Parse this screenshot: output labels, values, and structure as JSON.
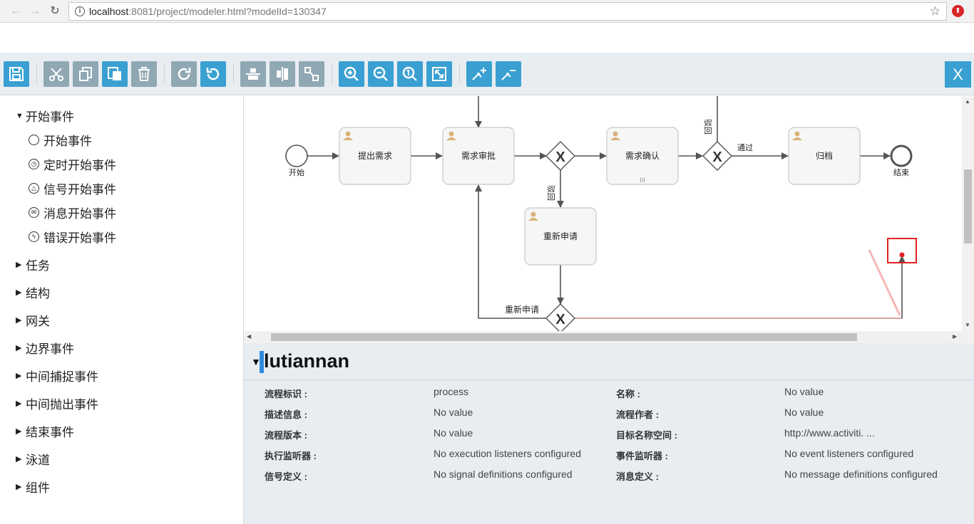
{
  "browser": {
    "url_host": "localhost",
    "url_rest": ":8081/project/modeler.html?modelId=130347",
    "info_glyph": "i",
    "star_glyph": "☆",
    "back_glyph": "←",
    "forward_glyph": "→",
    "reload_glyph": "↻"
  },
  "toolbar": {
    "close_label": "X"
  },
  "palette": {
    "expanded_group": "开始事件",
    "start_items": [
      "开始事件",
      "定时开始事件",
      "信号开始事件",
      "消息开始事件",
      "错误开始事件"
    ],
    "groups": [
      "任务",
      "结构",
      "网关",
      "边界事件",
      "中间捕捉事件",
      "中间抛出事件",
      "结束事件",
      "泳道",
      "组件"
    ]
  },
  "diagram": {
    "start_label": "开始",
    "end_label": "结束",
    "tasks": [
      "提出需求",
      "需求审批",
      "需求确认",
      "归档",
      "重新申请"
    ],
    "flow_labels": {
      "reject1": "驳回",
      "reject2": "驳回",
      "pass": "通过",
      "resubmit": "重新申请"
    },
    "gateway_glyph": "X",
    "multi_instance_glyph": "III"
  },
  "properties": {
    "title": "lutiannan",
    "rows": [
      {
        "label": "流程标识 :",
        "value": "process",
        "label2": "名称 :",
        "value2": "No value"
      },
      {
        "label": "描述信息 :",
        "value": "No value",
        "label2": "流程作者 :",
        "value2": "No value"
      },
      {
        "label": "流程版本 :",
        "value": "No value",
        "label2": "目标名称空间 :",
        "value2": "http://www.activiti. ..."
      },
      {
        "label": "执行监听器 :",
        "value": "No execution listeners configured",
        "label2": "事件监听器 :",
        "value2": "No event listeners configured"
      },
      {
        "label": "信号定义 :",
        "value": "No signal definitions configured",
        "label2": "消息定义 :",
        "value2": "No message definitions configured"
      }
    ]
  },
  "colors": {
    "accent": "#3aa0d2",
    "disabled": "#90a8b4",
    "task_fill": "#f6f6f6",
    "selection": "#e12020"
  }
}
